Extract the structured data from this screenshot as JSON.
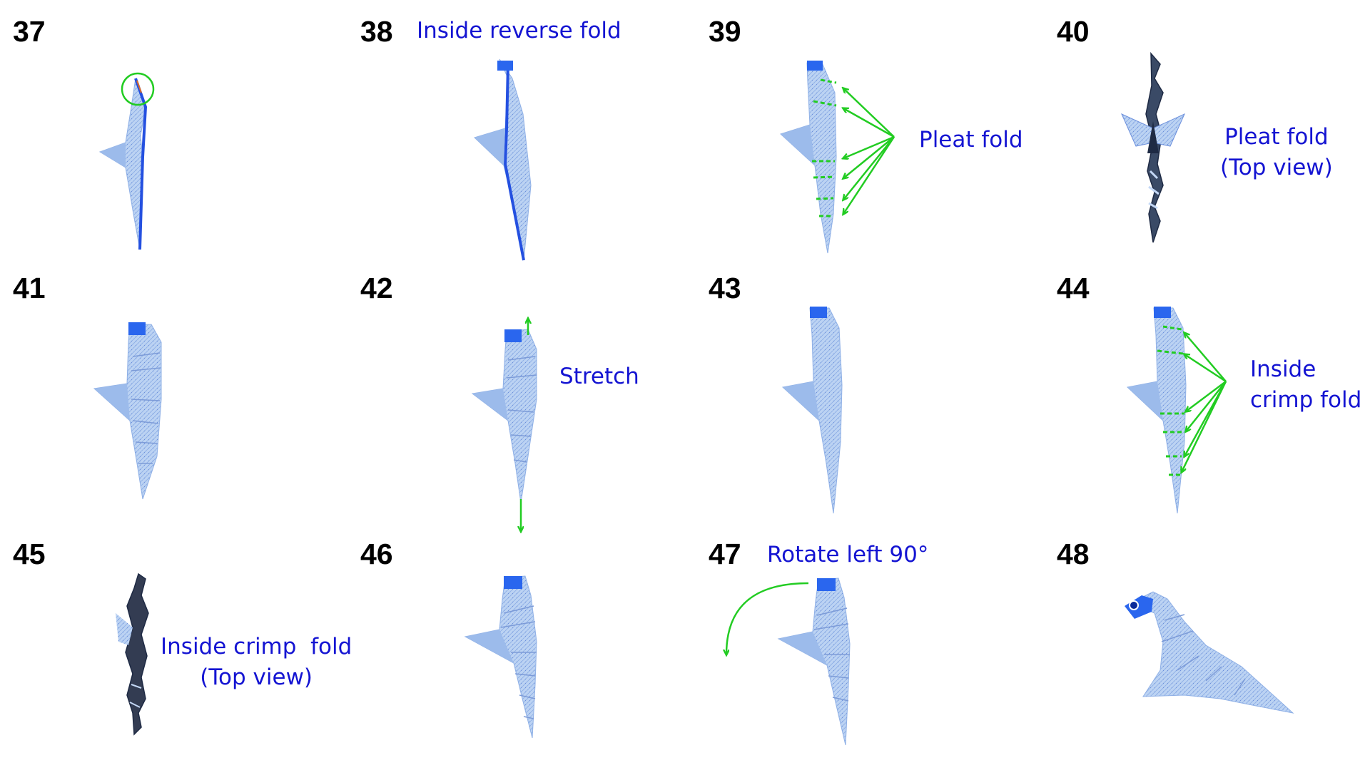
{
  "colors": {
    "step_number": "#000000",
    "caption": "#1414d2",
    "annotation": "#22cc22",
    "paper_light": "#c4d8f6",
    "paper_mid": "#9cbbeb",
    "paper_dark": "#4470dd",
    "edge_blue": "#2450e0",
    "background": "#ffffff"
  },
  "steps": [
    {
      "number": "37",
      "captions": []
    },
    {
      "number": "38",
      "captions": [
        "Inside reverse fold"
      ]
    },
    {
      "number": "39",
      "captions": [
        "Pleat fold"
      ]
    },
    {
      "number": "40",
      "captions": [
        "Pleat fold",
        "(Top view)"
      ]
    },
    {
      "number": "41",
      "captions": []
    },
    {
      "number": "42",
      "captions": [
        "Stretch"
      ]
    },
    {
      "number": "43",
      "captions": []
    },
    {
      "number": "44",
      "captions": [
        "Inside",
        "crimp fold"
      ]
    },
    {
      "number": "45",
      "captions": [
        "Inside crimp  fold",
        "(Top view)"
      ]
    },
    {
      "number": "46",
      "captions": []
    },
    {
      "number": "47",
      "captions": [
        "Rotate left 90°"
      ]
    },
    {
      "number": "48",
      "captions": []
    }
  ],
  "icons": {
    "highlight": "highlight-circle-icon",
    "arrow": "arrow-icon",
    "eye": "eye-icon"
  }
}
